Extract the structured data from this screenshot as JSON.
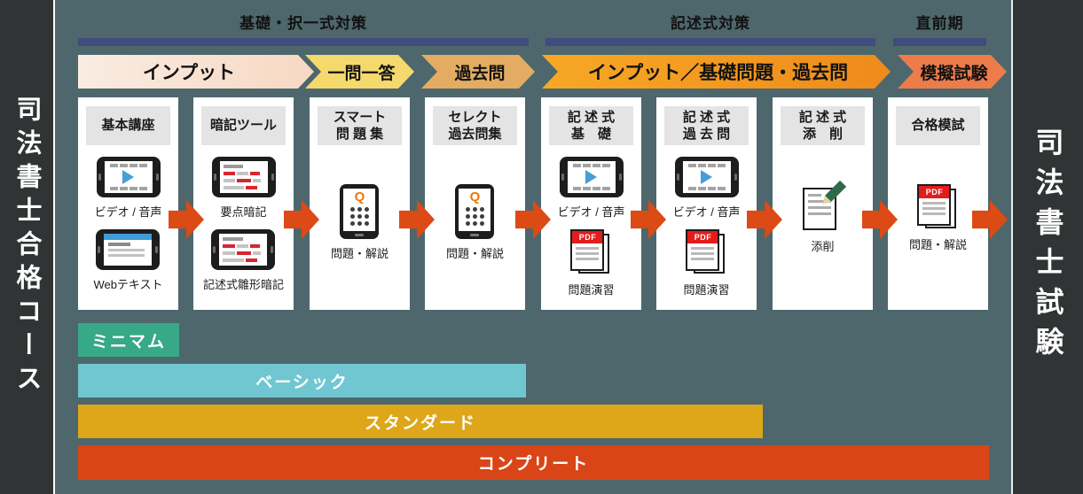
{
  "left_rail": {
    "label": "司法書士合格コース"
  },
  "right_rail": {
    "label": "司法書士試験"
  },
  "phases": [
    {
      "label": "基礎・択一式対策"
    },
    {
      "label": "記述式対策"
    },
    {
      "label": "直前期"
    }
  ],
  "banners": [
    {
      "label": "インプット"
    },
    {
      "label": "一問一答"
    },
    {
      "label": "過去問"
    },
    {
      "label": "インプット／基礎問題・過去問"
    },
    {
      "label": "模擬試験"
    }
  ],
  "cards": [
    {
      "title_lines": [
        "基本講座"
      ],
      "items": [
        {
          "icon": "video-tablet-icon",
          "label": "ビデオ / 音声"
        },
        {
          "icon": "webtext-tablet-icon",
          "label": "Webテキスト"
        }
      ]
    },
    {
      "title_lines": [
        "暗記ツール"
      ],
      "items": [
        {
          "icon": "memo-tablet-icon",
          "label": "要点暗記"
        },
        {
          "icon": "memo-tablet-icon",
          "label": "記述式雛形暗記"
        }
      ]
    },
    {
      "title_lines": [
        "スマート",
        "問 題 集"
      ],
      "items": [
        {
          "icon": "question-phone-icon",
          "label": "問題・解説"
        }
      ]
    },
    {
      "title_lines": [
        "セレクト",
        "過去問集"
      ],
      "items": [
        {
          "icon": "question-phone-icon",
          "label": "問題・解説"
        }
      ]
    },
    {
      "title_lines": [
        "記 述 式",
        "基　礎"
      ],
      "items": [
        {
          "icon": "video-tablet-icon",
          "label": "ビデオ / 音声"
        },
        {
          "icon": "pdf-icon",
          "label": "問題演習"
        }
      ]
    },
    {
      "title_lines": [
        "記 述 式",
        "過 去 問"
      ],
      "items": [
        {
          "icon": "video-tablet-icon",
          "label": "ビデオ / 音声"
        },
        {
          "icon": "pdf-icon",
          "label": "問題演習"
        }
      ]
    },
    {
      "title_lines": [
        "記 述 式",
        "添　削"
      ],
      "items": [
        {
          "icon": "correction-icon",
          "label": "添削"
        }
      ]
    },
    {
      "title_lines": [
        "合格模試"
      ],
      "items": [
        {
          "icon": "pdf-icon",
          "label": "問題・解説"
        }
      ]
    }
  ],
  "plans": [
    {
      "label": "ミニマム",
      "color": "#37a888"
    },
    {
      "label": "ベーシック",
      "color": "#70c7d1"
    },
    {
      "label": "スタンダード",
      "color": "#dda719"
    },
    {
      "label": "コンプリート",
      "color": "#d94517"
    }
  ],
  "icon_text": {
    "q": "Q",
    "pdf": "PDF"
  },
  "colors": {
    "background": "#4d676c",
    "rail": "#313434",
    "phase_bar": "#3f4c7d",
    "flow_arrow": "#dc4a15",
    "banner_input_start": "#f9ece1",
    "banner_input_end": "#f7d8c4",
    "banner_qa": "#f5d96d",
    "banner_past": "#e3ac62",
    "banner_main": "#f49b21",
    "banner_mock": "#ec7c4a",
    "card_title_bg": "#e4e4e4",
    "pdf_red": "#e31c1c",
    "q_orange": "#ee7800",
    "play_blue": "#459fd6",
    "pencil_green": "#2e6b4a"
  }
}
